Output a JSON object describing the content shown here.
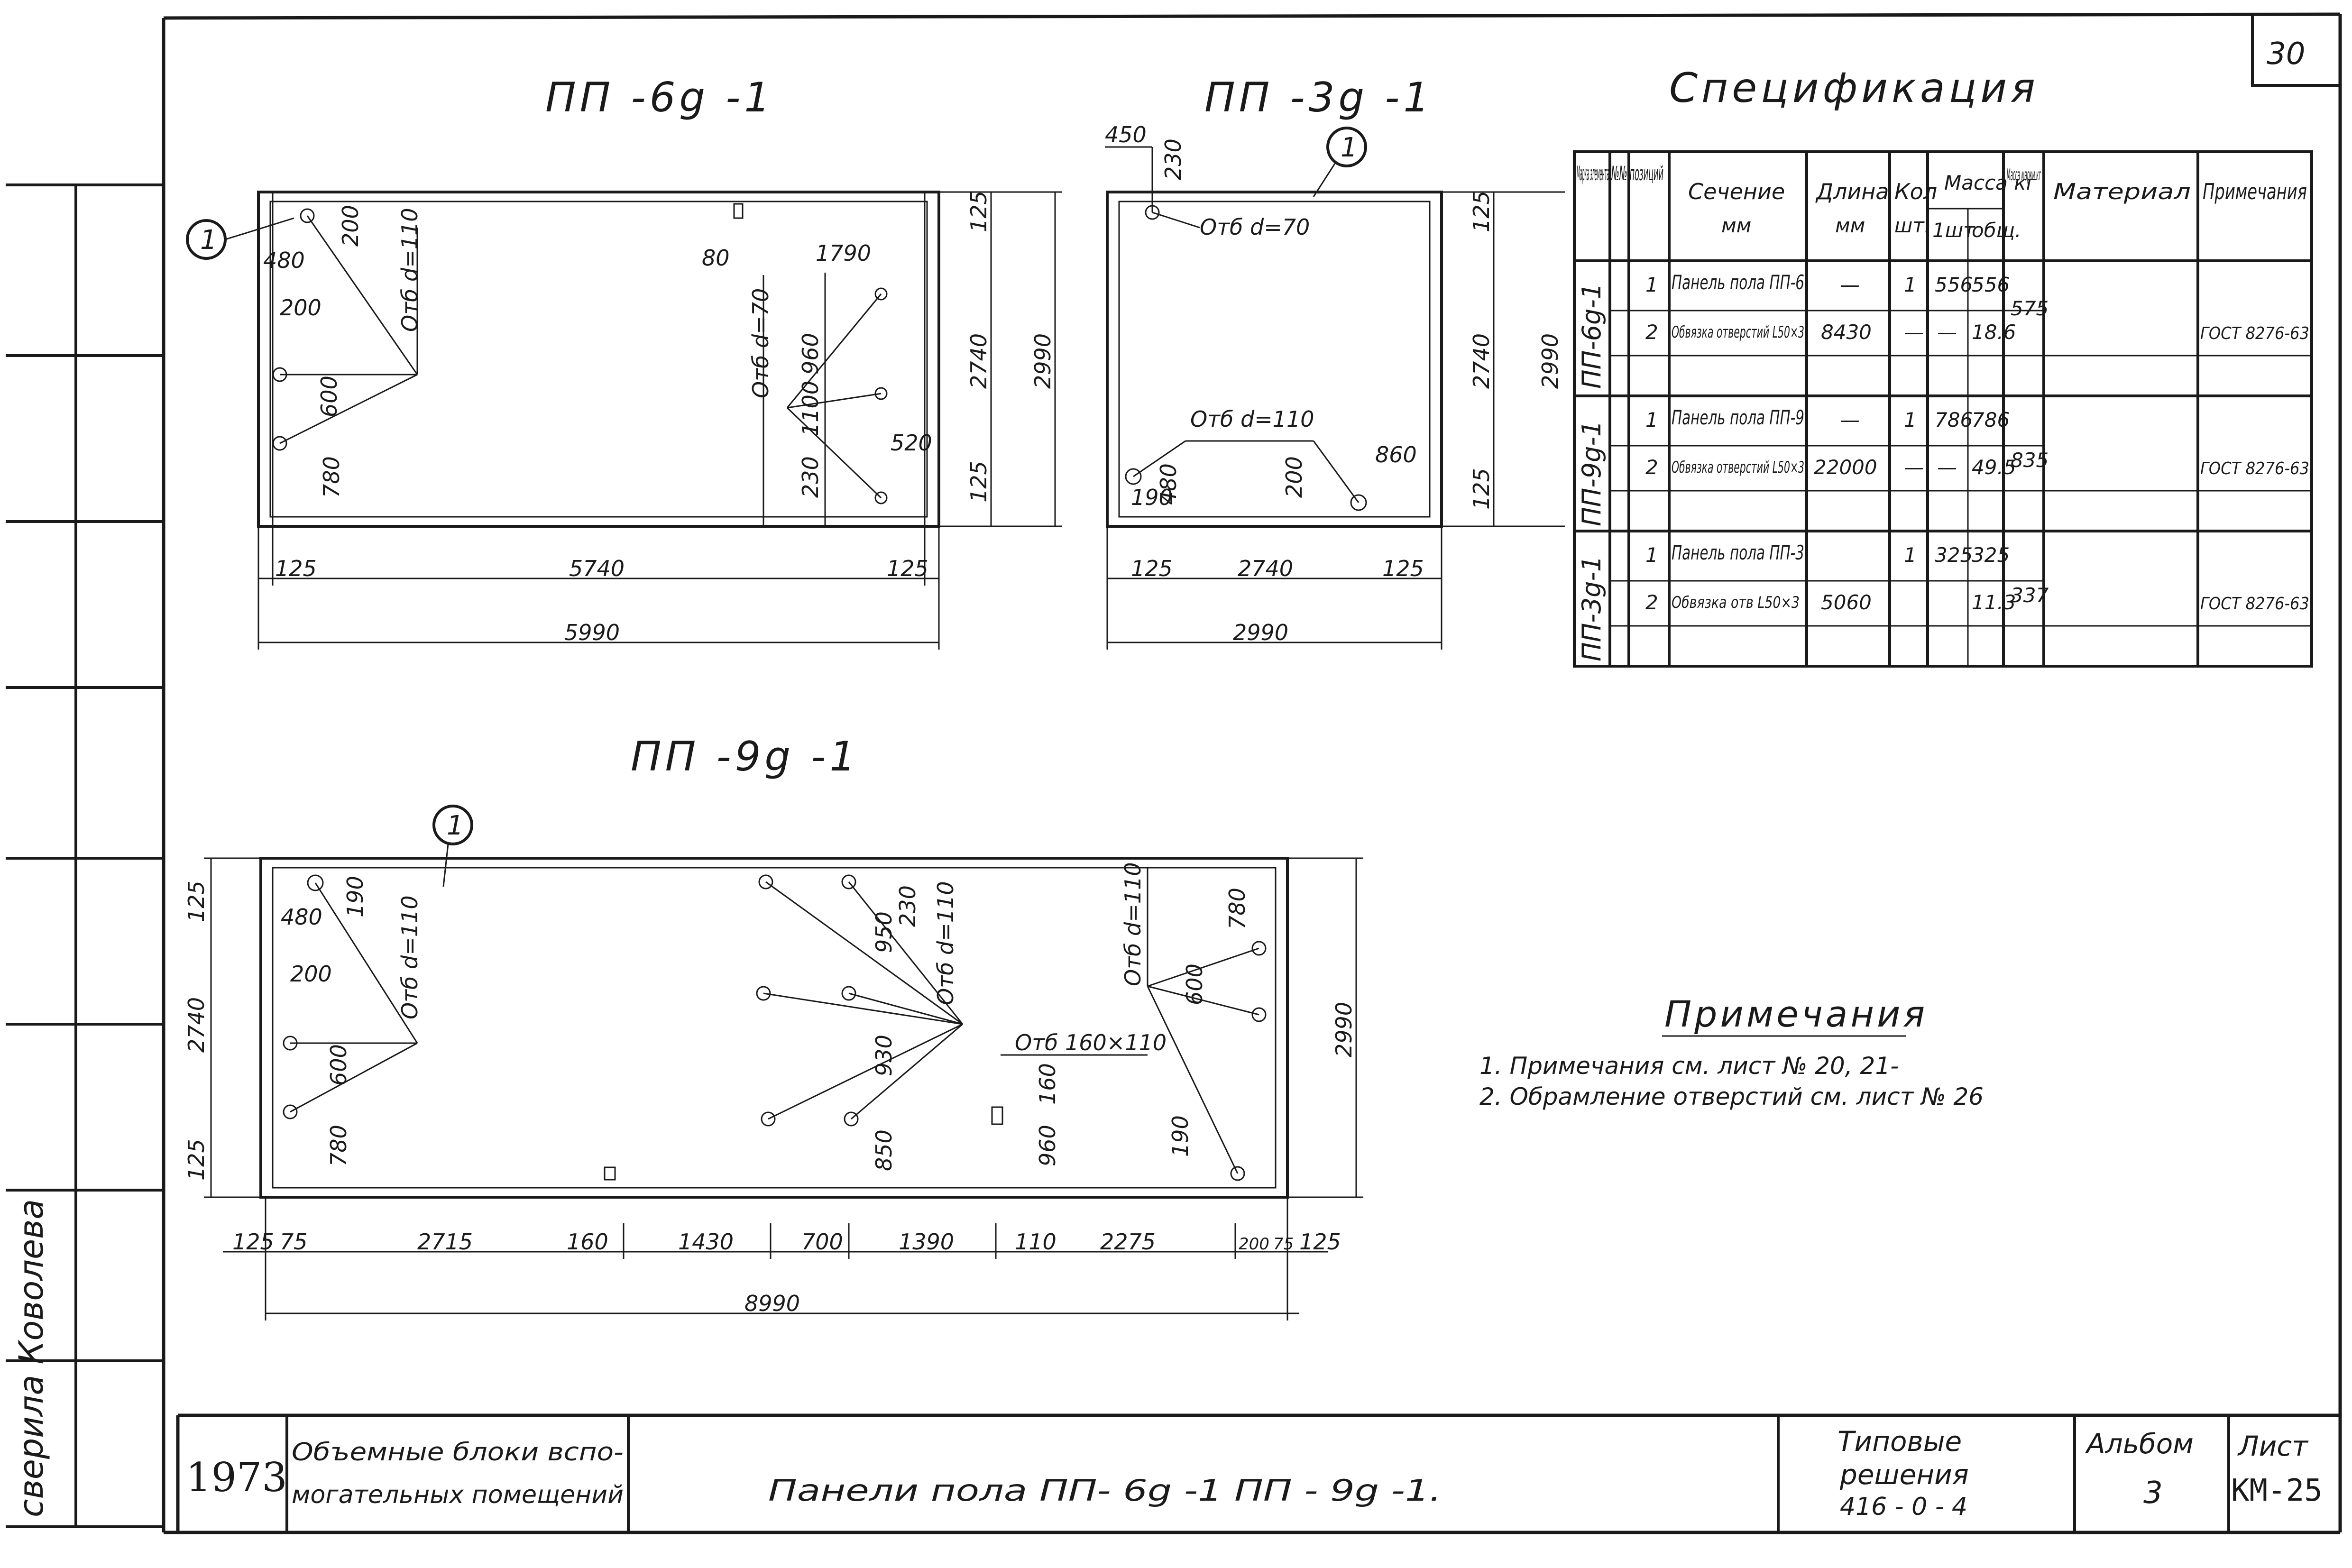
{
  "sheet_corner": "30",
  "drawings": {
    "pp6": {
      "title": "ПП -6g -1"
    },
    "pp3": {
      "title": "ПП -3g -1"
    },
    "pp9": {
      "title": "ПП -9g -1"
    }
  },
  "callout": "1",
  "dims_pp6": {
    "d480": "480",
    "d200a": "200",
    "d200b": "200",
    "d600": "600",
    "d780": "780",
    "hole110": "Отб d=110",
    "hole70": "Отб d=70",
    "d80": "80",
    "d1790": "1790",
    "d960": "960",
    "d1100": "1100",
    "d230": "230",
    "d520": "520",
    "d125t": "125",
    "d2740": "2740",
    "d2990": "2990",
    "d125b": "125",
    "b125l": "125",
    "b5740": "5740",
    "b125r": "125",
    "b5990": "5990"
  },
  "dims_pp3": {
    "d450": "450",
    "d230": "230",
    "hole70": "Отб d=70",
    "hole110": "Отб d=110",
    "d860": "860",
    "d190": "190",
    "d480": "480",
    "d200": "200",
    "d125t": "125",
    "d2740": "2740",
    "d2990": "2990",
    "d125b": "125",
    "b125l": "125",
    "b2740": "2740",
    "b125r": "125",
    "b2990": "2990"
  },
  "dims_pp9": {
    "d125t": "125",
    "d2740": "2740",
    "d125b": "125",
    "d2990": "2990",
    "d480": "480",
    "d190": "190",
    "d200": "200",
    "d600": "600",
    "d780": "780",
    "hole110a": "Отб d=110",
    "hole110b": "Отб d=110",
    "hole110c": "Отб d=110",
    "d950": "950",
    "d930": "930",
    "d850": "850",
    "d230": "230",
    "hole_rect": "Отб 160×110",
    "d160": "160",
    "d960": "960",
    "d780r": "780",
    "d600r": "600",
    "d190r": "190",
    "b125": "125",
    "b75": "75",
    "b2715": "2715",
    "b160": "160",
    "b1430": "1430",
    "b700": "700",
    "b1390": "1390",
    "b110": "110",
    "b2275": "2275",
    "b200": "200",
    "b75b": "75",
    "b125r": "125",
    "b8990": "8990"
  },
  "spec": {
    "title": "Спецификация",
    "headers": {
      "mark": "Марка элемента",
      "pos": "№№ позиций",
      "section": "Сечение",
      "section_unit": "мм",
      "length": "Длина",
      "length_unit": "мм",
      "qty": "Кол",
      "qty_unit": "шт.",
      "mass": "Масса кг",
      "mass_one": "1шт",
      "mass_total": "общ.",
      "mass_mark": "Масса марки кг",
      "material": "Материал",
      "note": "Примечания"
    },
    "groups": [
      {
        "mark": "ПП-6g-1",
        "mass_mark": "575",
        "rows": [
          {
            "pos": "1",
            "section": "Панель пола ПП-6",
            "length": "—",
            "qty": "1",
            "m1": "556",
            "mt": "556",
            "note": ""
          },
          {
            "pos": "2",
            "section": "Обвязка отверстий L50×3",
            "length": "8430",
            "qty": "—",
            "m1": "—",
            "mt": "18.6",
            "note": "ГОСТ 8276-63"
          }
        ]
      },
      {
        "mark": "ПП-9g-1",
        "mass_mark": "835",
        "rows": [
          {
            "pos": "1",
            "section": "Панель пола ПП-9",
            "length": "—",
            "qty": "1",
            "m1": "786",
            "mt": "786",
            "note": ""
          },
          {
            "pos": "2",
            "section": "Обвязка отверстий L50×3",
            "length": "22000",
            "qty": "—",
            "m1": "—",
            "mt": "49.5",
            "note": "ГОСТ 8276-63"
          }
        ]
      },
      {
        "mark": "ПП-3g-1",
        "mass_mark": "337",
        "rows": [
          {
            "pos": "1",
            "section": "Панель пола ПП-3",
            "length": "",
            "qty": "1",
            "m1": "325",
            "mt": "325",
            "note": ""
          },
          {
            "pos": "2",
            "section": "Обвязка отв L50×3",
            "length": "5060",
            "qty": "",
            "m1": "",
            "mt": "11.3",
            "note": "ГОСТ 8276-63"
          }
        ]
      }
    ]
  },
  "notes": {
    "title": "Примечания",
    "items": [
      "1. Примечания см. лист № 20, 21-",
      "2. Обрамление отверстий см. лист № 26"
    ]
  },
  "stamp": {
    "year": "1973",
    "org_line1": "Объемные блоки вспо-",
    "org_line2": "могательных помещений",
    "sheet_title": "Панели пола ПП- 6g -1 ПП - 9g -1.",
    "typical_1": "Типовые",
    "typical_2": "решения",
    "typical_3": "416 - 0 - 4",
    "album_label": "Альбом",
    "album_value": "3",
    "sheet_label": "Лист",
    "sheet_value": "КМ-25"
  },
  "side_stamp": {
    "text": "сверила Коволева"
  }
}
